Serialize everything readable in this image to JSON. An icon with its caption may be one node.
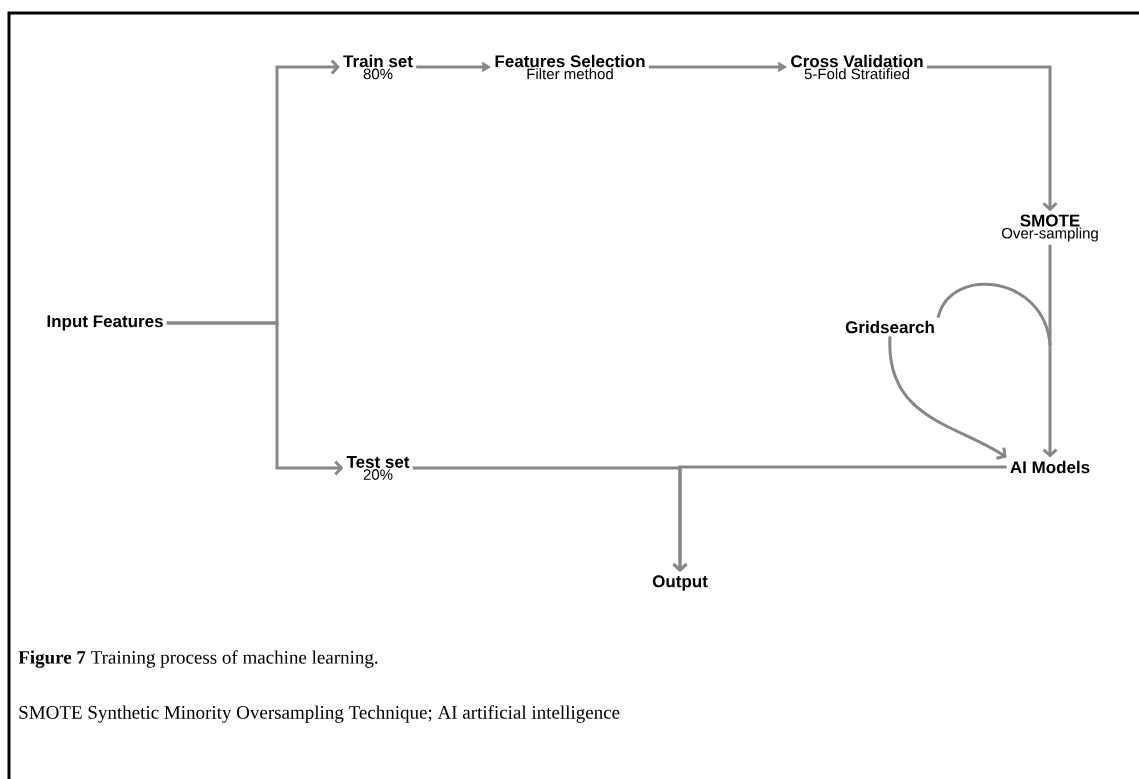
{
  "diagram": {
    "caption": "**Figure 7** Training process of machine learning.",
    "nodes": [
      {
        "text": [
          "Input Features"
        ]
      },
      {
        "text": [
          "Train set",
          "80%"
        ]
      },
      {
        "text": [
          "Features Selection",
          "Filter method"
        ]
      },
      {
        "text": [
          "Cross Validation",
          "5-Fold Stratified"
        ]
      },
      {
        "text": [
          "SMOTE",
          "Over-sampling"
        ]
      },
      {
        "text": [
          "Gridsearch"
        ]
      },
      {
        "text": [
          "AI Models"
        ]
      },
      {
        "text": [
          "Test set",
          "20%"
        ]
      },
      {
        "text": [
          "Output"
        ]
      }
    ],
    "edges": [
      {
        "from": 0,
        "to": 1,
        "arrow": "to"
      },
      {
        "from": 0,
        "to": 7,
        "arrow": "to"
      },
      {
        "from": 1,
        "to": 2,
        "arrow": "to"
      },
      {
        "from": 2,
        "to": 3,
        "arrow": "to"
      },
      {
        "from": 3,
        "to": 4,
        "arrow": "to"
      },
      {
        "from": 4,
        "to": 6,
        "arrow": "to"
      },
      {
        "from": 5,
        "to": 6,
        "arrow": "to"
      },
      {
        "from": 7,
        "to": 8,
        "arrow": "to"
      },
      {
        "from": 6,
        "to": 8,
        "arrow": "to"
      }
    ],
    "labels": [
      "SMOTE Synthetic Minority Oversampling Technique; AI artificial intelligence"
    ]
  }
}
